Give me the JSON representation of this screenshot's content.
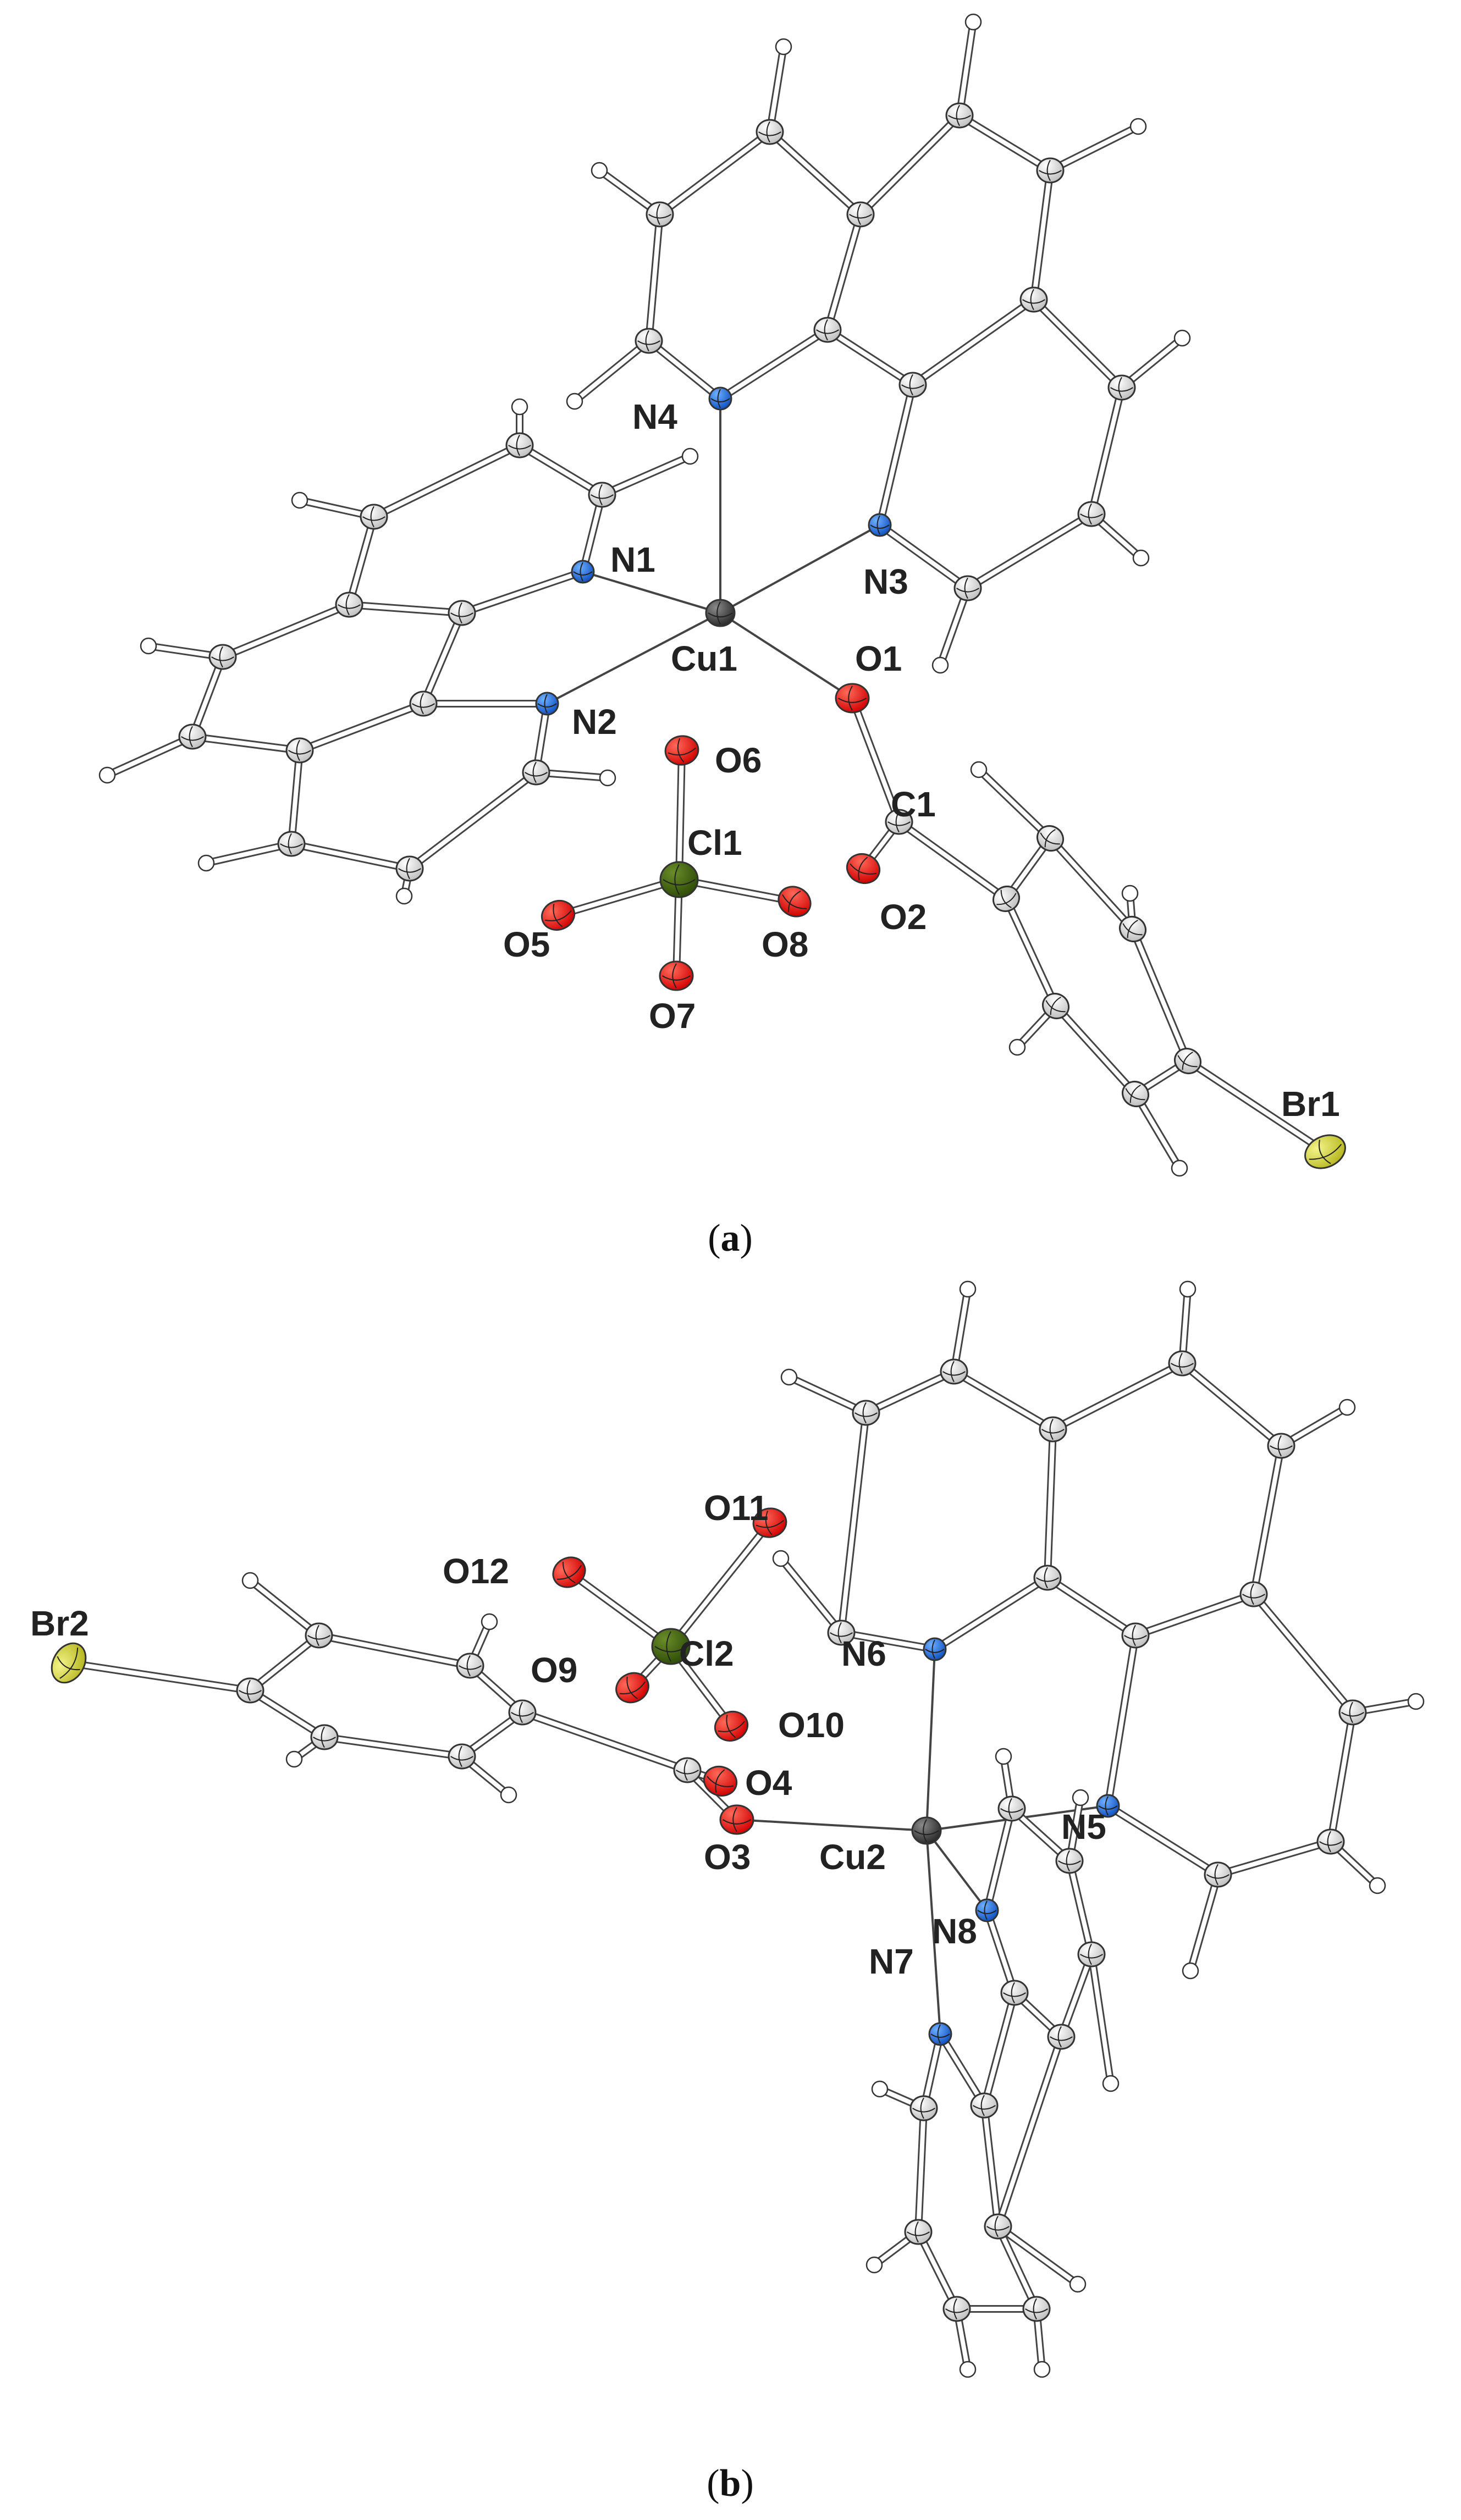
{
  "figure": {
    "panels": [
      {
        "caption_paren_open": "(",
        "caption_letter": "a",
        "caption_paren_close": ")",
        "atom_labels": [
          "N4",
          "N1",
          "N3",
          "Cu1",
          "O1",
          "N2",
          "O6",
          "C1",
          "Cl1",
          "O5",
          "O8",
          "O2",
          "O7",
          "Br1"
        ]
      },
      {
        "caption_paren_open": "(",
        "caption_letter": "b",
        "caption_paren_close": ")",
        "atom_labels": [
          "O11",
          "O12",
          "Br2",
          "Cl2",
          "N6",
          "O9",
          "O10",
          "O4",
          "N5",
          "O3",
          "Cu2",
          "N8",
          "N7"
        ]
      }
    ],
    "element_colors": {
      "C": "#d4d4d4",
      "H": "#ffffff",
      "N": "#1f6fe5",
      "O": "#f01010",
      "Cu": "#3a3a3a",
      "Cl": "#3d5e10",
      "Br": "#d3d33a"
    }
  }
}
